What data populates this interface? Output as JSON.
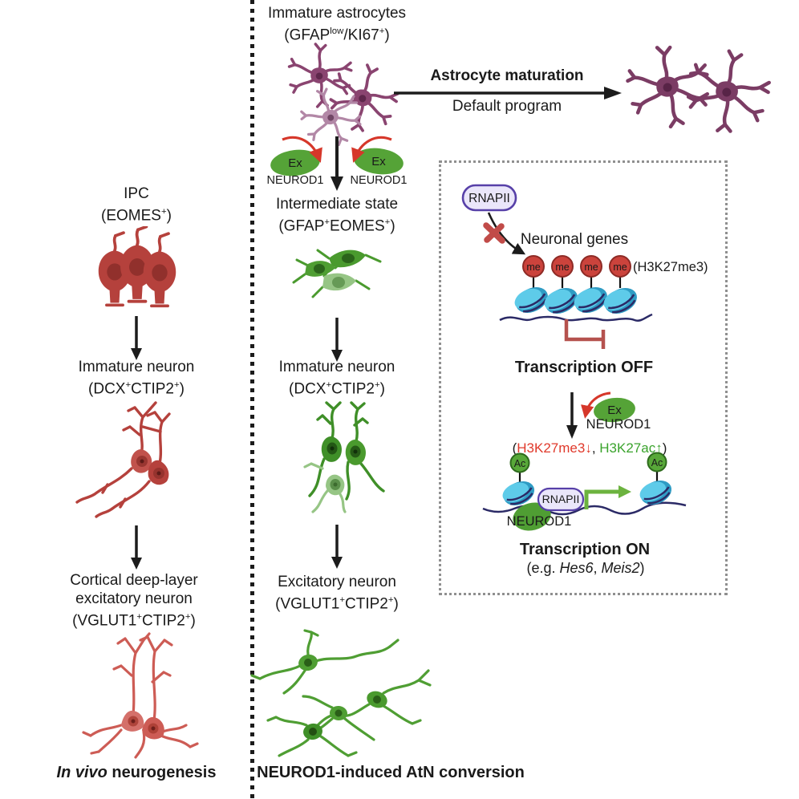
{
  "stage_labels": {
    "immature_astrocytes": "Immature astrocytes",
    "ipc": "IPC",
    "intermediate_state": "Intermediate state",
    "immature_neuron": "Immature neuron",
    "excitatory_neuron": "Excitatory neuron",
    "cortical_line1": "Cortical deep-layer",
    "cortical_line2": "excitatory neuron"
  },
  "markers": {
    "eomes": [
      "(EOMES",
      "+",
      ")"
    ],
    "gfap_ki67": [
      "(GFAP",
      "low",
      "/KI67",
      "+",
      ")"
    ],
    "gfap_eomes": [
      "(GFAP",
      "+",
      "EOMES",
      "+",
      ")"
    ],
    "dcx_ctip2": [
      "(DCX",
      "+",
      "CTIP2",
      "+",
      ")"
    ],
    "vglut1_ctip2": [
      "(VGLUT1",
      "+",
      "CTIP2",
      "+",
      ")"
    ]
  },
  "maturation": {
    "title": "Astrocyte maturation",
    "subtitle": "Default program"
  },
  "ex_neurod1": {
    "ex": "Ex",
    "name": "NEUROD1"
  },
  "captions": {
    "left_italic": "In vivo",
    "left_rest": " neurogenesis",
    "middle": "NEUROD1-induced AtN conversion"
  },
  "epigenetics_box": {
    "rnapii": "RNAPII",
    "neuronal_genes": "Neuronal genes",
    "me": "me",
    "h3k27me3_tag": "(H3K27me3)",
    "transcription_off": "Transcription OFF",
    "ex": "Ex",
    "neurod1": "NEUROD1",
    "marks": {
      "open": "(",
      "down": "H3K27me3↓",
      "comma": ", ",
      "up": "H3K27ac↑",
      "close": ")"
    },
    "ac": "Ac",
    "transcription_on": "Transcription ON",
    "genes": {
      "open": "(e.g. ",
      "gene1": "Hes6",
      "comma": ", ",
      "gene2": "Meis2",
      "close": ")"
    }
  },
  "colors": {
    "red_cells": "#b5413c",
    "coral_cells": "#cd5c55",
    "green_cells": "#4f9e33",
    "light_green_cell": "#96c585",
    "purple_cells": "#8a4470",
    "light_purple_cell": "#b287a6",
    "mature_purple": "#7b3c64",
    "nucleosome_cyan": "#5ecbe9",
    "nucleosome_cyan_dark": "#2f9cc4",
    "dna_line": "#2b2a66",
    "rnapii_fill": "#eae6fa",
    "rnapii_border": "#5740a8",
    "me_red": "#cb433c",
    "ac_green": "#58a839",
    "h3k27me3_red": "#e0392b",
    "h3k27ac_green": "#3aa32c",
    "inhibit_red": "#b5524e",
    "red_arrow": "#d6372a",
    "arrow_black": "#1c1c1c"
  }
}
